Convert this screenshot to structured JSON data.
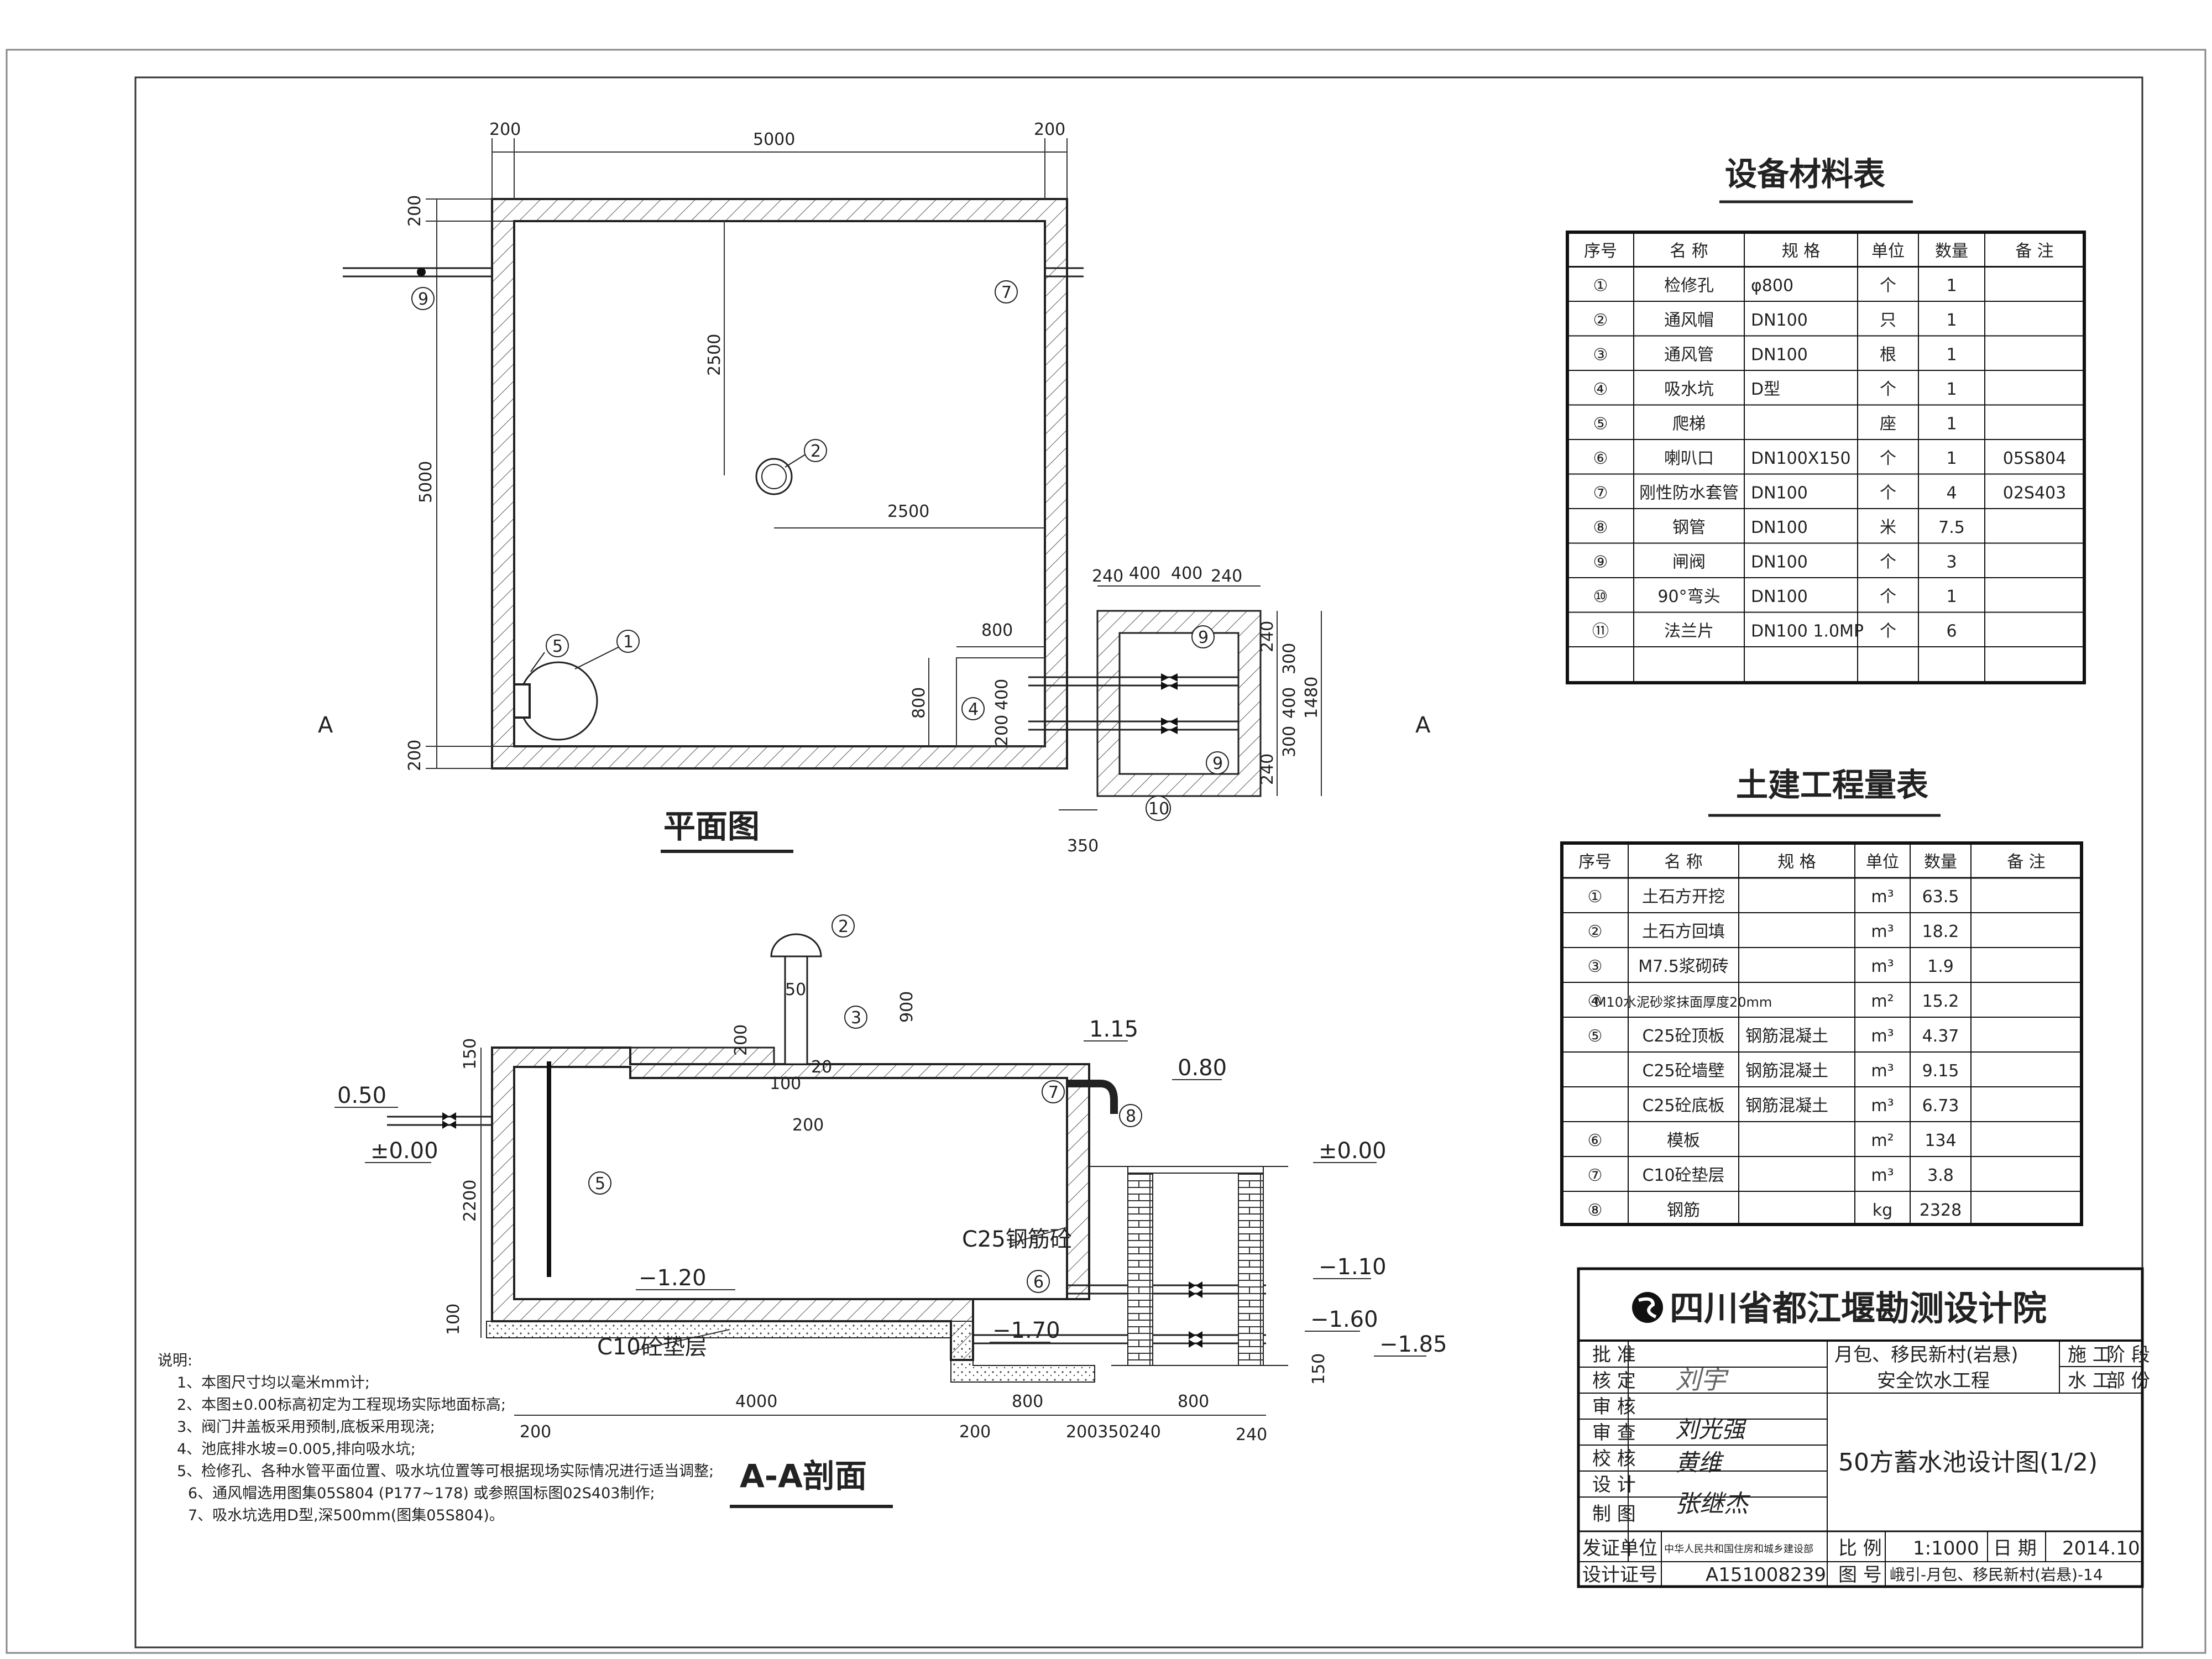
{
  "plan": {
    "title": "平面图",
    "dims": {
      "top_left": "200",
      "top_mid": "5000",
      "top_right": "200",
      "left_top": "200",
      "left_mid": "5000",
      "left_bottom": "200",
      "inner_v": "2500",
      "inner_h": "2500",
      "pit_w": "800",
      "pit_h": "800",
      "pit_400": "400",
      "pit_200": "200",
      "valve_240a": "240",
      "valve_400a": "400",
      "valve_400b": "400",
      "valve_240b": "240",
      "valve_r240a": "240",
      "valve_r300a": "300",
      "valve_r400": "400",
      "valve_r300b": "300",
      "valve_r240b": "240",
      "valve_r1480": "1480",
      "valve_350": "350"
    },
    "markers": {
      "m1": "1",
      "m2": "2",
      "m4": "4",
      "m5": "5",
      "m7": "7",
      "m9a": "9",
      "m9b": "9",
      "m9c": "9",
      "m10": "10"
    },
    "section_left": "A",
    "section_right": "A"
  },
  "section": {
    "title": "A-A剖面",
    "elev": {
      "e050": "0.50",
      "e000l": "±0.00",
      "e115": "1.15",
      "e080": "0.80",
      "e000r": "±0.00",
      "e120": "−1.20",
      "e170": "−1.70",
      "e110": "−1.10",
      "e160": "−1.60",
      "e185": "−1.85"
    },
    "dims": {
      "d150": "150",
      "d2200": "2200",
      "d100": "100",
      "d50": "50",
      "d900": "900",
      "d200a": "200",
      "d100b": "100",
      "d20": "20",
      "d200b": "200",
      "d4000": "4000",
      "d800a": "800",
      "d800b": "800",
      "d200c": "200",
      "d200d": "200",
      "d200350240": "200350240",
      "d240": "240",
      "d150b": "150"
    },
    "labels": {
      "concrete": "C25钢筋砼",
      "pad": "C10砼垫层"
    },
    "markers": {
      "m2": "2",
      "m3": "3",
      "m5": "5",
      "m6": "6",
      "m7": "7",
      "m8": "8"
    }
  },
  "notes": {
    "heading": "说明:",
    "items": [
      "1、本图尺寸均以毫米mm计;",
      "2、本图±0.00标高初定为工程现场实际地面标高;",
      "3、阀门井盖板采用预制,底板采用现浇;",
      "4、池底排水坡=0.005,排向吸水坑;",
      "5、检修孔、各种水管平面位置、吸水坑位置等可根据现场实际情况进行适当调整;",
      "6、通风帽选用图集05S804 (P177~178) 或参照国标图02S403制作;",
      "7、吸水坑选用D型,深500mm(图集05S804)。"
    ]
  },
  "equipment_table": {
    "title": "设备材料表",
    "headers": [
      "序号",
      "名 称",
      "规 格",
      "单位",
      "数量",
      "备 注"
    ],
    "rows": [
      [
        "①",
        "检修孔",
        "φ800",
        "个",
        "1",
        ""
      ],
      [
        "②",
        "通风帽",
        "DN100",
        "只",
        "1",
        ""
      ],
      [
        "③",
        "通风管",
        "DN100",
        "根",
        "1",
        ""
      ],
      [
        "④",
        "吸水坑",
        "D型",
        "个",
        "1",
        ""
      ],
      [
        "⑤",
        "爬梯",
        "",
        "座",
        "1",
        ""
      ],
      [
        "⑥",
        "喇叭口",
        "DN100X150",
        "个",
        "1",
        "05S804"
      ],
      [
        "⑦",
        "刚性防水套管",
        "DN100",
        "个",
        "4",
        "02S403"
      ],
      [
        "⑧",
        "钢管",
        "DN100",
        "米",
        "7.5",
        ""
      ],
      [
        "⑨",
        "闸阀",
        "DN100",
        "个",
        "3",
        ""
      ],
      [
        "⑩",
        "90°弯头",
        "DN100",
        "个",
        "1",
        ""
      ],
      [
        "⑪",
        "法兰片",
        "DN100 1.0MP",
        "个",
        "6",
        ""
      ],
      [
        "",
        "",
        "",
        "",
        "",
        ""
      ]
    ]
  },
  "civil_table": {
    "title": "土建工程量表",
    "headers": [
      "序号",
      "名 称",
      "规 格",
      "单位",
      "数量",
      "备 注"
    ],
    "rows": [
      [
        "①",
        "土石方开挖",
        "",
        "m³",
        "63.5",
        ""
      ],
      [
        "②",
        "土石方回填",
        "",
        "m³",
        "18.2",
        ""
      ],
      [
        "③",
        "M7.5浆砌砖",
        "",
        "m³",
        "1.9",
        ""
      ],
      [
        "④",
        "M10水泥砂浆抹面厚度20mm",
        "",
        "m²",
        "15.2",
        ""
      ],
      [
        "⑤",
        "C25砼顶板",
        "钢筋混凝土",
        "m³",
        "4.37",
        ""
      ],
      [
        "",
        "C25砼墙壁",
        "钢筋混凝土",
        "m³",
        "9.15",
        ""
      ],
      [
        "",
        "C25砼底板",
        "钢筋混凝土",
        "m³",
        "6.73",
        ""
      ],
      [
        "⑥",
        "模板",
        "",
        "m²",
        "134",
        ""
      ],
      [
        "⑦",
        "C10砼垫层",
        "",
        "m³",
        "3.8",
        ""
      ],
      [
        "⑧",
        "钢筋",
        "",
        "kg",
        "2328",
        ""
      ]
    ]
  },
  "title_block": {
    "institute": "四川省都江堰勘测设计院",
    "project_line1": "月包、移民新村(岩悬)",
    "project_line2": "安全饮水工程",
    "drawing_title": "50方蓄水池设计图(1/2)",
    "roles": [
      "批 准",
      "核 定",
      "审 核",
      "审 查",
      "校 核",
      "设 计",
      "制 图"
    ],
    "signatures": {
      "hd": "刘宇",
      "sh": "刘光强",
      "jh": "黄维",
      "sj": "张继杰"
    },
    "stage_label": "施 工",
    "stage_value": "阶 段",
    "dept_label": "水 工",
    "dept_value": "部 份",
    "issuer_label": "发证单位",
    "issuer_value": "中华人民共和国住房和城乡建设部",
    "cert_label": "设计证号",
    "cert_value": "A151008239",
    "scale_label": "比 例",
    "scale_value": "1:1000",
    "date_label": "日 期",
    "date_value": "2014.10",
    "drawing_no_label": "图 号",
    "drawing_no_value": "峨引-月包、移民新村(岩悬)-14"
  }
}
